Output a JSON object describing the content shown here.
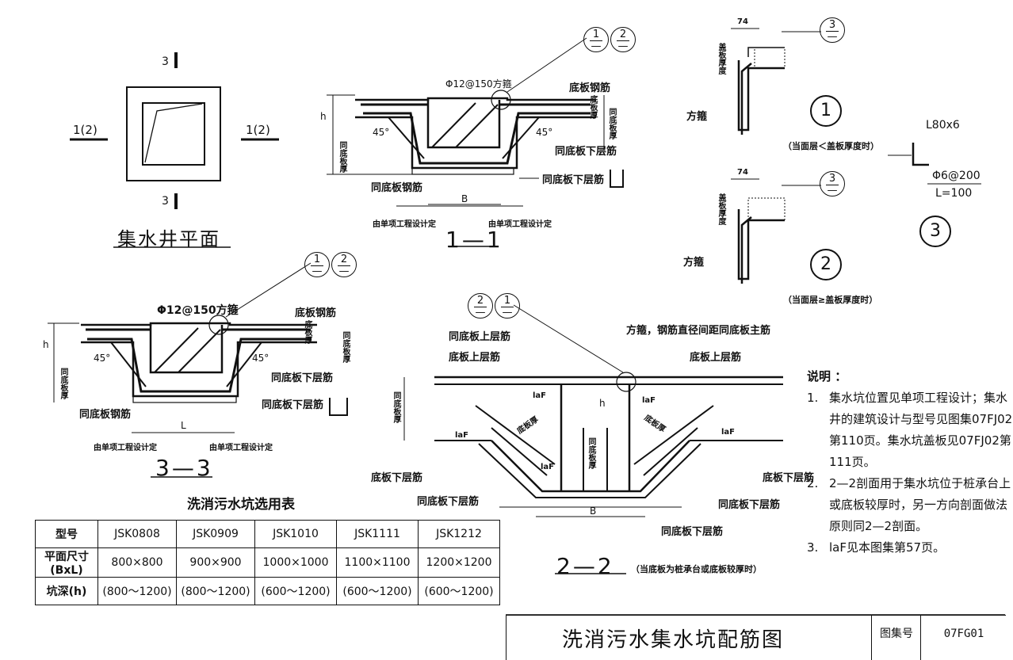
{
  "plan": {
    "title": "集水井平面",
    "cut_top": "3",
    "cut_bottom": "3",
    "cut_left": "1(2)",
    "cut_right": "1(2)"
  },
  "sec11": {
    "title": "1—1",
    "ref_a": "1",
    "ref_b": "2",
    "stirrup": "Φ12@150方箍",
    "base_rebar": "底板钢筋",
    "same_base_rebar": "同底板钢筋",
    "same_bottom_lower": "同底板下层筋",
    "angle_left": "45°",
    "angle_right": "45°",
    "dim_b": "B",
    "dim_h": "h",
    "thick_left": "同底板厚",
    "thick_right_a": "底板厚",
    "thick_right_b": "同底板厚",
    "by_project_left": "由单项工程设计定",
    "by_project_right": "由单项工程设计定"
  },
  "sec33": {
    "title": "3—3",
    "ref_a": "1",
    "ref_b": "2",
    "stirrup": "Φ12@150方箍",
    "base_rebar": "底板钢筋",
    "same_base_rebar": "同底板钢筋",
    "same_bottom_lower": "同底板下层筋",
    "angle_left": "45°",
    "angle_right": "45°",
    "dim_l": "L",
    "dim_h": "h",
    "thick_left": "同底板厚",
    "thick_right_a": "底板厚",
    "thick_right_b": "同底板厚",
    "by_project_left": "由单项工程设计定",
    "by_project_right": "由单项工程设计定"
  },
  "sec22": {
    "title": "2—2",
    "note": "（当底板为桩承台或底板较厚时）",
    "ref_a": "2",
    "ref_b": "1",
    "stirrup_note": "方箍，钢筋直径间距同底板主筋",
    "same_upper": "同底板上层筋",
    "upper_left": "底板上层筋",
    "upper_right": "底板上层筋",
    "lower_left": "底板下层筋",
    "lower_right": "底板下层筋",
    "same_lower_left": "同底板下层筋",
    "same_lower_right": "同底板下层筋",
    "same_lower_bottom": "同底板下层筋",
    "laf": "laF",
    "dim_b": "B",
    "dim_h": "h",
    "thick_left": "同底板厚",
    "thick_mid": "同底板厚",
    "thick_diag_a": "底板厚",
    "thick_diag_b": "底板厚"
  },
  "details": {
    "d1_label": "1",
    "d1_note": "（当面层＜盖板厚度时）",
    "d2_label": "2",
    "d2_note": "（当面层≥盖板厚度时）",
    "d3_label": "3",
    "dim74_a": "74",
    "dim74_b": "74",
    "cover_thick_a": "盖板厚度",
    "cover_thick_b": "盖板厚度",
    "stirrup_a": "方箍",
    "stirrup_b": "方箍",
    "ref3": "3",
    "angle": "L80x6",
    "bar": "Φ6@200",
    "bar_len": "L=100"
  },
  "table": {
    "title": "洗消污水坑选用表",
    "header": [
      "型号",
      "JSK0808",
      "JSK0909",
      "JSK1010",
      "JSK1111",
      "JSK1212"
    ],
    "rows": [
      [
        "平面尺寸(BxL)",
        "800×800",
        "900×900",
        "1000×1000",
        "1100×1100",
        "1200×1200"
      ],
      [
        "坑深(h)",
        "(800～1200)",
        "(800～1200)",
        "(600～1200)",
        "(600～1200)",
        "(600～1200)"
      ]
    ]
  },
  "notes": {
    "title": "说明 ：",
    "items": [
      {
        "n": "1.",
        "text": "集水坑位置见单项工程设计；集水井的建筑设计与型号见图集07FJ02第110页。集水坑盖板见07FJ02第111页。"
      },
      {
        "n": "2.",
        "text": "2—2剖面用于集水坑位于桩承台上或底板较厚时，另一方向剖面做法原则同2—2剖面。"
      },
      {
        "n": "3.",
        "text": "laF见本图集第57页。"
      }
    ]
  },
  "title_block": {
    "title": "洗消污水集水坑配筋图",
    "atlas_label": "图集号",
    "atlas_no": "07FG01"
  }
}
